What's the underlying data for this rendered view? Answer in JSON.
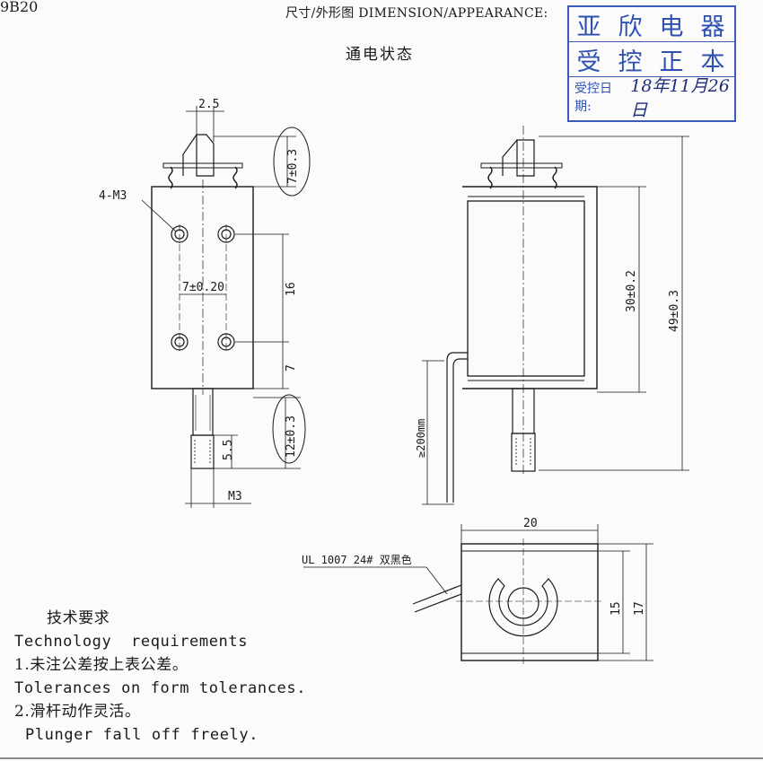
{
  "header": {
    "corner_code": "9B20",
    "dimension_label": "尺寸/外形图 DIMENSION/APPEARANCE:",
    "state_title": "通电状态"
  },
  "stamp": {
    "company": [
      "亚",
      "欣",
      "电",
      "器"
    ],
    "control": [
      "受",
      "控",
      "正",
      "本"
    ],
    "date_label": "受控日期:",
    "date_value": "18年11月26日",
    "color": "#2e50b0"
  },
  "front_view": {
    "plunger_width": "2.5",
    "plunger_stroke": "7±0.3",
    "holes": "4-M3",
    "hole_spacing_h": "7±0.20",
    "hole_spacing_v": "16",
    "hole_bottom_offset": "7",
    "thread_length": "5.5",
    "shaft_length": "12±0.3",
    "thread_size": "M3"
  },
  "side_view": {
    "body_height": "30±0.2",
    "overall_height": "49±0.3",
    "lead_length": "≥200mm"
  },
  "bottom_view": {
    "width": "20",
    "inner_height": "15",
    "outer_height": "17",
    "wire_spec": "UL 1007 24# 双黑色"
  },
  "requirements": {
    "title": "技术要求",
    "heading_en": "Technology  requirements",
    "item1_cn": "1.未注公差按上表公差。",
    "item1_en": "Tolerances on form tolerances.",
    "item2_cn": "2.滑杆动作灵活。",
    "item2_en": "Plunger fall off freely."
  }
}
